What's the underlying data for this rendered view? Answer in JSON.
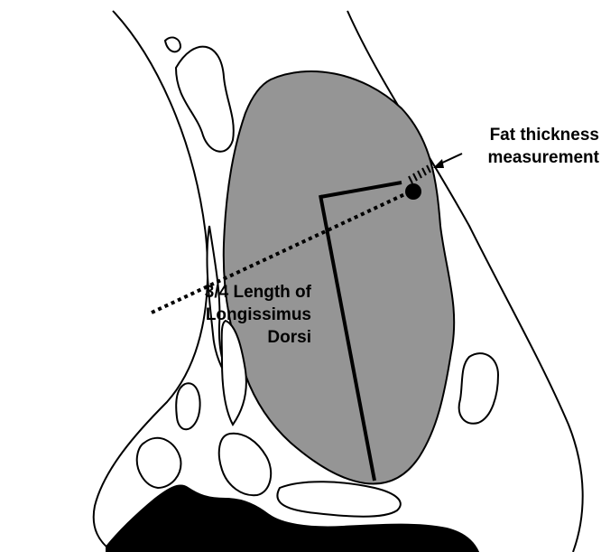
{
  "labels": {
    "fat_thickness": {
      "line1": "Fat thickness",
      "line2": "measurement"
    },
    "longissimus": {
      "line1": "3/4 Length of",
      "line2": "Longissimus",
      "line3": "Dorsi"
    }
  },
  "colors": {
    "muscle_fill": "#959595",
    "outline": "#000000",
    "background": "#ffffff",
    "dark_tissue": "#000000"
  }
}
